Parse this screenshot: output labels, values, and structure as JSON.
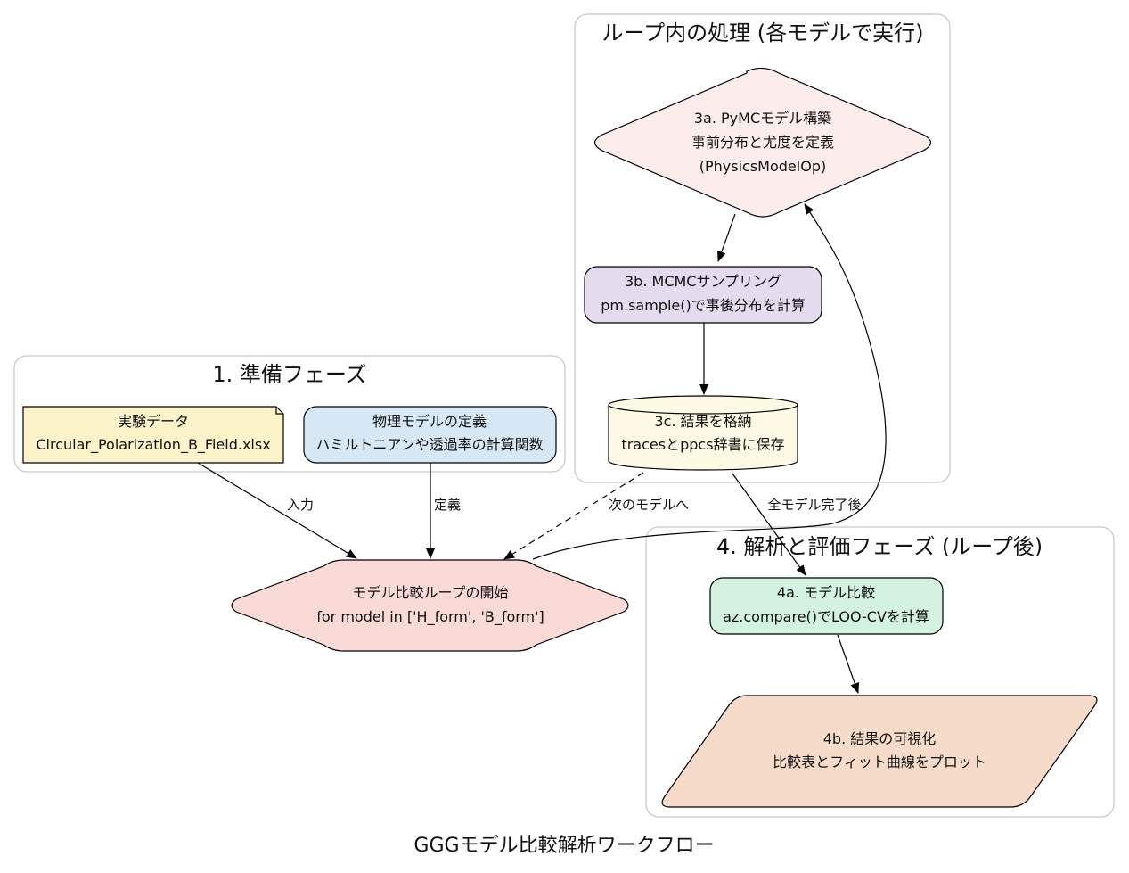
{
  "title": "GGGモデル比較解析ワークフロー",
  "clusters": {
    "prep": "1. 準備フェーズ",
    "loop": "ループ内の処理 (各モデルで実行)",
    "analysis": "4. 解析と評価フェーズ (ループ後)"
  },
  "nodes": {
    "data": [
      "実験データ",
      "Circular_Polarization_B_Field.xlsx"
    ],
    "model_def": [
      "物理モデルの定義",
      "ハミルトニアンや透過率の計算関数"
    ],
    "loop_start": [
      "モデル比較ループの開始",
      "for model in ['H_form', 'B_form']"
    ],
    "build": [
      "3a. PyMCモデル構築",
      "事前分布と尤度を定義",
      "(PhysicsModelOp)"
    ],
    "mcmc": [
      "3b. MCMCサンプリング",
      "pm.sample()で事後分布を計算"
    ],
    "store": [
      "3c. 結果を格納",
      "tracesとppcs辞書に保存"
    ],
    "compare": [
      "4a. モデル比較",
      "az.compare()でLOO-CVを計算"
    ],
    "visualize": [
      "4b. 結果の可視化",
      "比較表とフィット曲線をプロット"
    ]
  },
  "edges": {
    "input": "入力",
    "define": "定義",
    "next_model": "次のモデルへ",
    "all_done": "全モデル完了後"
  },
  "colors": {
    "data": "#fdf3c8",
    "model_def": "#d6e8f6",
    "loop_start": "#f9dad7",
    "build": "#fdecec",
    "mcmc": "#e5dbef",
    "store": "#fef9e5",
    "compare": "#d4f2e2",
    "visualize": "#f6dcc8"
  }
}
